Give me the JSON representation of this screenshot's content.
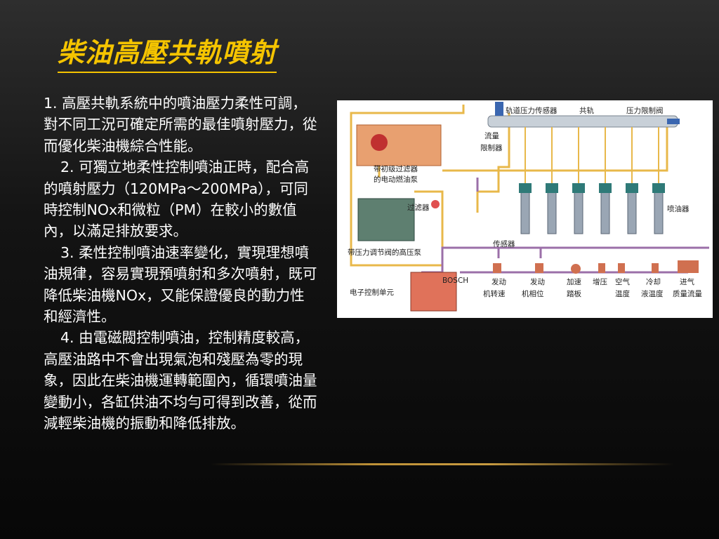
{
  "title": "柴油高壓共軌噴射",
  "paragraphs": [
    "1. 高壓共軌系統中的噴油壓力柔性可調，對不同工況可確定所需的最佳噴射壓力，從而優化柴油機綜合性能。",
    "2. 可獨立地柔性控制噴油正時，配合高的噴射壓力（120MPa～200MPa），可同時控制NOx和微粒（PM）在較小的數值內，以滿足排放要求。",
    "3. 柔性控制噴油速率變化，實現理想噴油規律，容易實現預噴射和多次噴射，既可降低柴油機NOx，又能保證優良的動力性和經濟性。",
    "4. 由電磁閥控制噴油，控制精度較高，高壓油路中不會出現氣泡和殘壓為零的現象，因此在柴油機運轉範圍內，循環噴油量變動小，各缸供油不均勻可得到改善，從而減輕柴油機的振動和降低排放。"
  ],
  "diagram": {
    "rail_sensor": "轨道压力传感器",
    "common_rail": "共轨",
    "pressure_limiter": "压力限制阀",
    "flow_limiter_1": "流量",
    "flow_limiter_2": "限制器",
    "tank_pump_1": "带初级过滤器",
    "tank_pump_2": "的电动燃油泵",
    "filter": "过滤器",
    "injector": "喷油器",
    "hp_pump": "带压力调节阀的高压泵",
    "sensors": "传感器",
    "ecu": "电子控制单元",
    "ecu_brand": "BOSCH",
    "engine_speed_1": "发动",
    "engine_speed_2": "机转速",
    "engine_phase_1": "发动",
    "engine_phase_2": "机相位",
    "accel_1": "加速",
    "accel_2": "踏板",
    "boost": "增压",
    "air_temp_1": "空气",
    "air_temp_2": "温度",
    "coolant_1": "冷却",
    "coolant_2": "液温度",
    "intake_1": "进气",
    "intake_2": "质量流量"
  }
}
